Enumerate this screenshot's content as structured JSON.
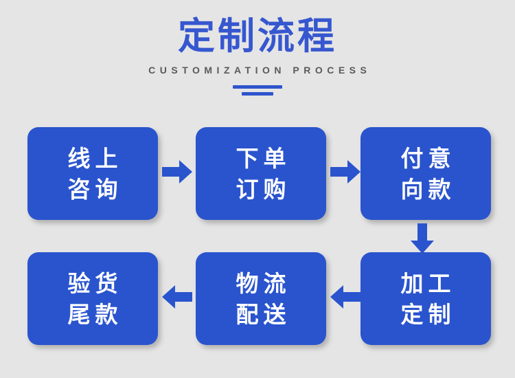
{
  "header": {
    "title": "定制流程",
    "subtitle": "CUSTOMIZATION PROCESS",
    "divider_icon": "double-bar-divider-icon"
  },
  "theme": {
    "background": "#e5e5e5",
    "brand_blue": "#2a54cd",
    "title_blue": "#3657cf",
    "subtitle_gray": "#5a5a5a",
    "box_text": "#ffffff"
  },
  "flow": {
    "steps": [
      {
        "id": "step-1",
        "line1": "线上",
        "line2": "咨询"
      },
      {
        "id": "step-2",
        "line1": "下单",
        "line2": "订购"
      },
      {
        "id": "step-3",
        "line1": "付意",
        "line2": "向款"
      },
      {
        "id": "step-4",
        "line1": "加工",
        "line2": "定制"
      },
      {
        "id": "step-5",
        "line1": "物流",
        "line2": "配送"
      },
      {
        "id": "step-6",
        "line1": "验货",
        "line2": "尾款"
      }
    ],
    "connectors": [
      {
        "id": "connector-1",
        "icon": "arrow-right-icon",
        "direction": "right"
      },
      {
        "id": "connector-2",
        "icon": "arrow-right-icon",
        "direction": "right"
      },
      {
        "id": "connector-3",
        "icon": "arrow-down-icon",
        "direction": "down"
      },
      {
        "id": "connector-4",
        "icon": "arrow-left-icon",
        "direction": "left"
      },
      {
        "id": "connector-5",
        "icon": "arrow-left-icon",
        "direction": "left"
      }
    ]
  }
}
